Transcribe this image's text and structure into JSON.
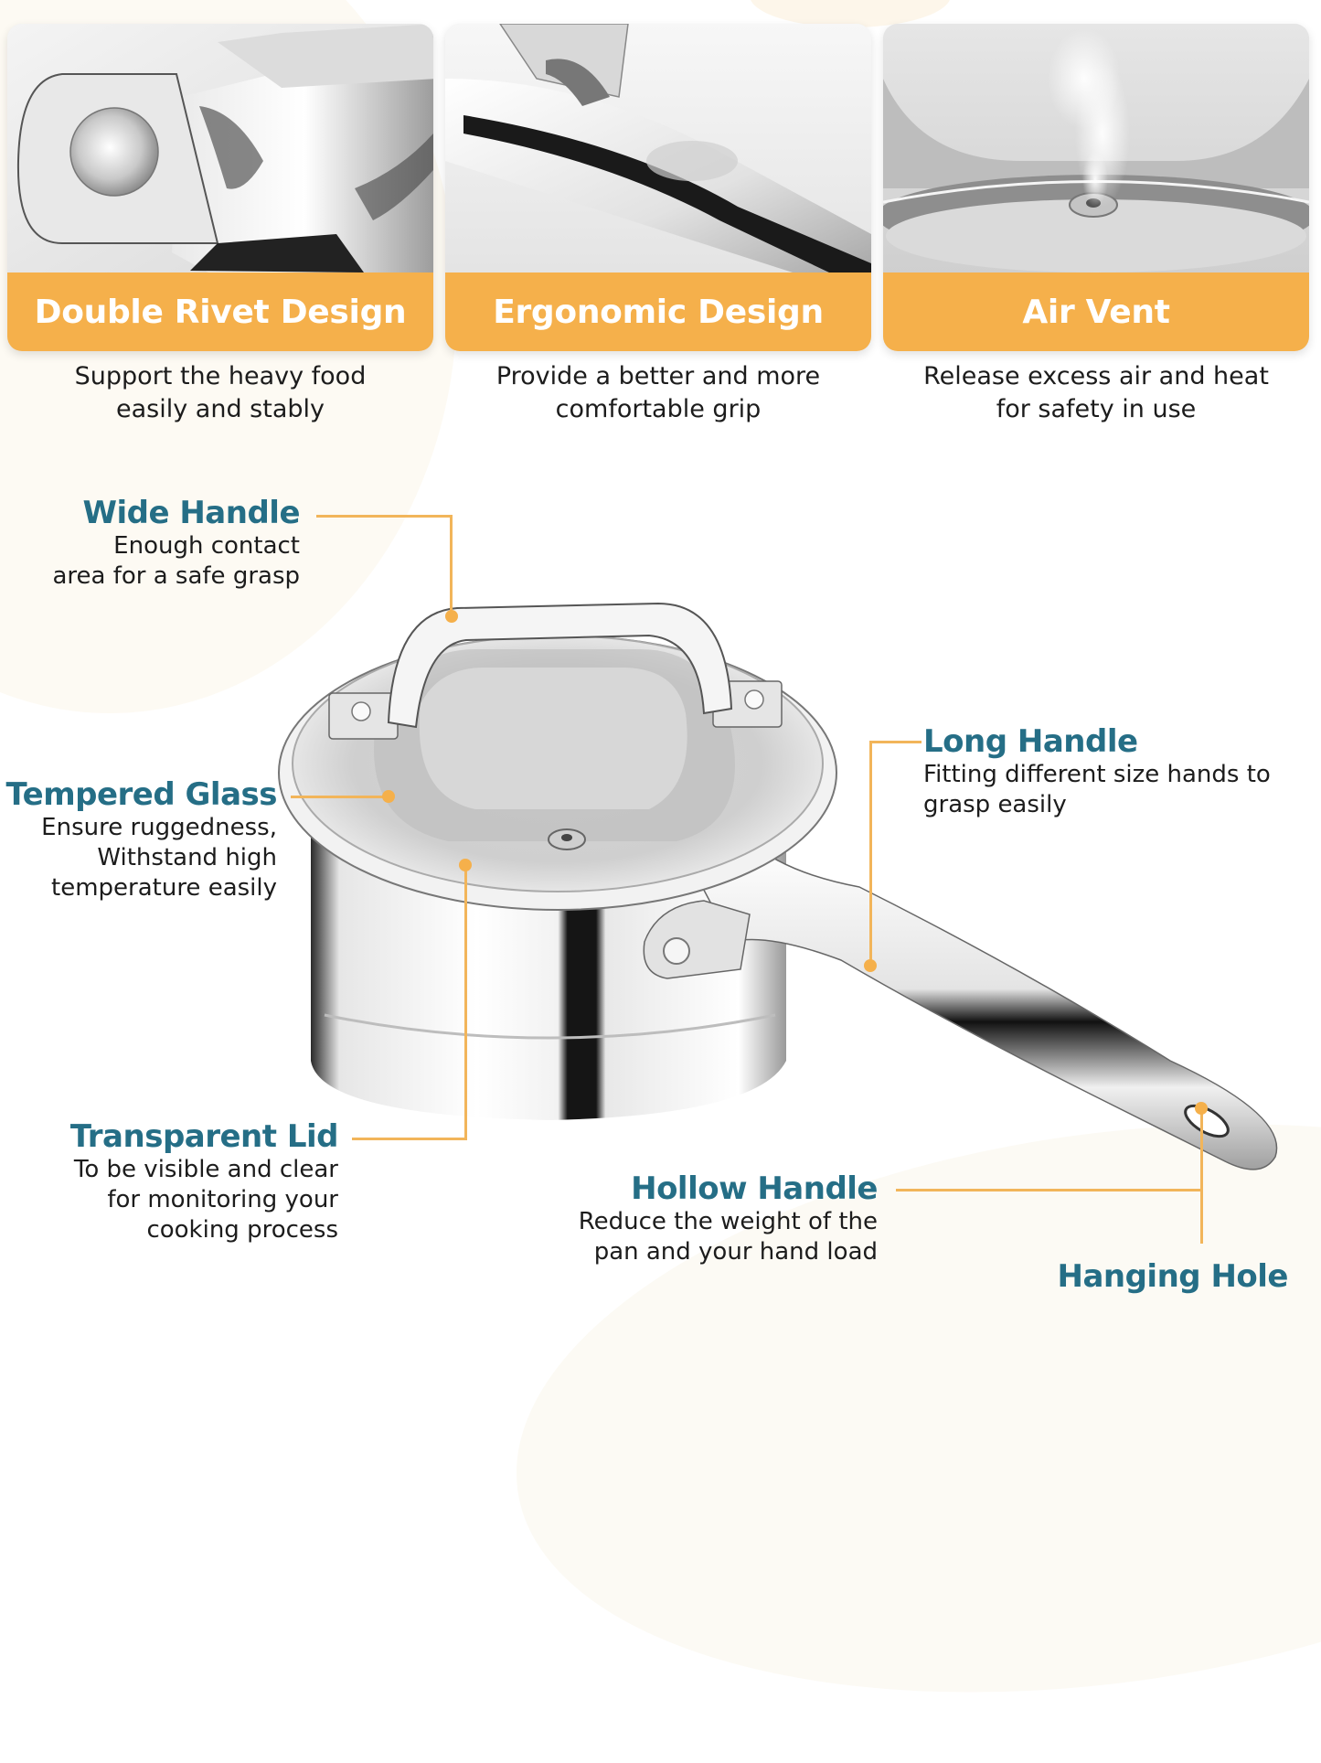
{
  "theme": {
    "accent_orange": "#f5b04b",
    "heading_teal": "#256e86",
    "body_text": "#1c1c1c",
    "background": "#ffffff"
  },
  "feature_cards": [
    {
      "title": "Double Rivet Design",
      "description_lines": [
        "Support the heavy food",
        "easily and stably"
      ],
      "image": "riveted-handle-closeup"
    },
    {
      "title": "Ergonomic Design",
      "description_lines": [
        "Provide a better and more",
        "comfortable grip"
      ],
      "image": "handle-grip-closeup"
    },
    {
      "title": "Air Vent",
      "description_lines": [
        "Release excess air and heat",
        "for safety in use"
      ],
      "image": "lid-steam-vent-closeup"
    }
  ],
  "product": {
    "image": "stainless-steel-saucepan-with-glass-lid"
  },
  "callouts": {
    "wide_handle": {
      "title": "Wide Handle",
      "description_lines": [
        "Enough contact",
        "area for a safe grasp"
      ]
    },
    "tempered_glass": {
      "title": "Tempered Glass",
      "description_lines": [
        "Ensure ruggedness,",
        "Withstand high",
        "temperature easily"
      ]
    },
    "transparent_lid": {
      "title": "Transparent Lid",
      "description_lines": [
        "To be visible and clear",
        "for monitoring your",
        "cooking process"
      ]
    },
    "long_handle": {
      "title": "Long Handle",
      "description_lines": [
        "Fitting different size hands to",
        "grasp easily"
      ]
    },
    "hollow_handle": {
      "title": "Hollow Handle",
      "description_lines": [
        "Reduce the weight of the",
        "pan and your hand load"
      ]
    },
    "hanging_hole": {
      "title": "Hanging Hole"
    }
  }
}
